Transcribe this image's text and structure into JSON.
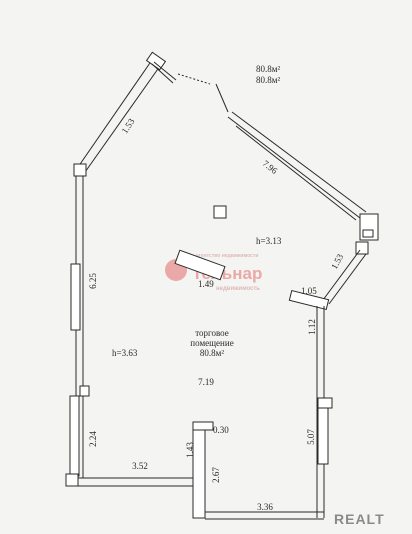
{
  "area_top": [
    "80.8м²",
    "80.8м²"
  ],
  "room": {
    "name_line1": "торговое",
    "name_line2": "помещение",
    "area": "80.8м²",
    "height_right": "h=3.13",
    "height_left": "h=3.63",
    "length_center": "7.19"
  },
  "dims": {
    "d153_top": "1.53",
    "d796": "7.96",
    "d625": "6.25",
    "d149": "1.49",
    "d105": "1.05",
    "d153_right": "1.53",
    "d112": "1.12",
    "d030": "0.30",
    "d224": "2.24",
    "d352": "3.52",
    "d143": "1.43",
    "d267": "2.67",
    "d507": "5.07",
    "d336": "3.36"
  },
  "watermark": {
    "main": "Тельнар",
    "sub": "недвижимость",
    "small": "агентство недвижимости"
  },
  "brand": "REALT",
  "colors": {
    "line": "#2a2a2a",
    "wall_fill": "#ffffff",
    "watermark": "#e36b6b",
    "brand": "#8a8a8a"
  }
}
